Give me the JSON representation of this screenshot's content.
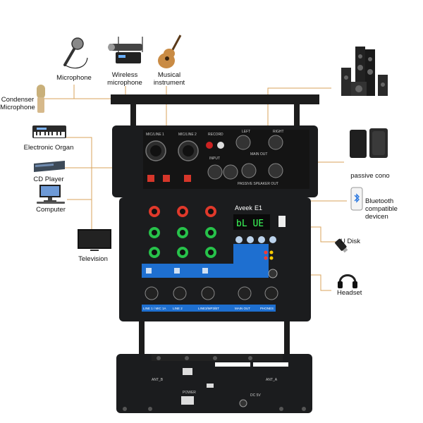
{
  "labels": {
    "microphone": "Microphone",
    "wireless": "Wireless\nmicrophone",
    "musical": "Musical\ninstrument",
    "condenser": "Condenser\nMicrophone",
    "organ": "Electronic Organ",
    "cdplayer": "CD Player",
    "computer": "Computer",
    "television": "Television",
    "passive": "passive cono",
    "bluetooth": "Bluetooth\ncompatible devicen",
    "udisk": "U Disk",
    "headset": "Headset"
  },
  "mixer": {
    "brand": "Aveek",
    "model": "E1",
    "display": "bL UE",
    "top_sections": {
      "mic1": "MIC/LINE 1",
      "mic2": "MIC/LINE 2",
      "record": "RECORD",
      "main_out": "MAIN OUT",
      "input": "INPUT",
      "passive_out": "PASSIVE SPEAKER OUT",
      "left": "LEFT",
      "right": "RIGHT"
    },
    "strip_labels": [
      "LINE 1 / MIC 1A",
      "LINE 2",
      "LINE3/MP3/BT",
      "MAIN OUT",
      "PHONES"
    ],
    "base_labels": {
      "ant_b": "ANT_B",
      "ant_a": "ANT_A",
      "power": "POWER",
      "dc": "DC 5V"
    }
  },
  "colors": {
    "line": "#d9a35b",
    "panel": "#1b1c1e",
    "accent_blue": "#1e6fd0",
    "knob_red": "#e0392b",
    "knob_green": "#27c24a",
    "display_green": "#3cff5a"
  },
  "icons": [
    "microphone-icon",
    "wireless-mic-icon",
    "guitar-icon",
    "condenser-mic-icon",
    "keyboard-icon",
    "cd-player-icon",
    "computer-icon",
    "television-icon",
    "speaker-tower-icon",
    "passive-speaker-icon",
    "phone-bluetooth-icon",
    "usb-disk-icon",
    "headset-icon"
  ]
}
